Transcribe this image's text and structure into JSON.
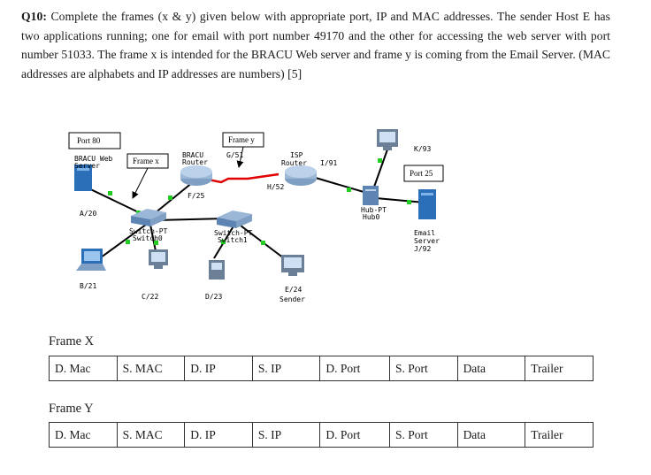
{
  "question": {
    "number": "Q10:",
    "text": " Complete the frames (x & y) given below with appropriate port, IP and MAC addresses. The sender Host E has two applications running; one for email with port number 49170 and the other for accessing the web server with port number 51033. The frame x is intended for the BRACU Web server and frame y is coming from the Email Server. (MAC addresses are alphabets and IP addresses are numbers) [5]"
  },
  "diagram": {
    "port80": "Port 80",
    "port25": "Port 25",
    "frame_x": "Frame x",
    "frame_y": "Frame y",
    "web_server_l1": "BRACU Web",
    "web_server_l2": "Server",
    "a": "A/20",
    "b": "B/21",
    "c": "C/22",
    "d": "D/23",
    "e_l1": "E/24",
    "e_l2": "Sender",
    "f": "F/25",
    "g": "G/51",
    "h": "H/52",
    "i": "I/91",
    "j_l1": "Email",
    "j_l2": "Server",
    "j_l3": "J/92",
    "k": "K/93",
    "bracu_router_l1": "BRACU",
    "bracu_router_l2": "Router",
    "isp_router_l1": "ISP",
    "isp_router_l2": "Router",
    "switch0_l1": "Switch-PT",
    "switch0_l2": "Switch0",
    "switch1_l1": "Switch-PT",
    "switch1_l2": "Switch1",
    "hub_l1": "Hub-PT",
    "hub_l2": "Hub0"
  },
  "frame_x": {
    "label": "Frame X",
    "cells": [
      "D. Mac",
      "S. MAC",
      "D. IP",
      "S. IP",
      "D. Port",
      "S. Port",
      "Data",
      "Trailer"
    ]
  },
  "frame_y": {
    "label": "Frame Y",
    "cells": [
      "D. Mac",
      "S. MAC",
      "D. IP",
      "S. IP",
      "D. Port",
      "S. Port",
      "Data",
      "Trailer"
    ]
  }
}
